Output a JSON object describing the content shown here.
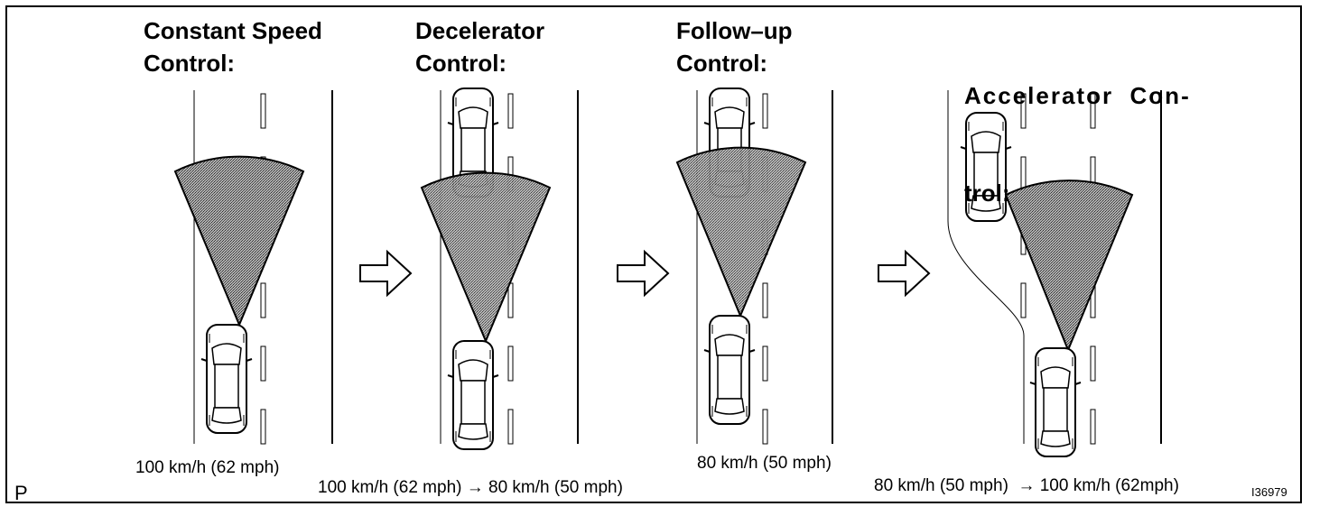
{
  "panels": [
    {
      "title_line1": "Constant Speed",
      "title_line2": "Control:",
      "speed": "100 km/h (62 mph)"
    },
    {
      "title_line1": "Decelerator",
      "title_line2": "Control:",
      "speed": "100 km/h (62 mph) → 80 km/h (50 mph)"
    },
    {
      "title_line1": "Follow–up",
      "title_line2": "Control:",
      "speed": "80 km/h (50 mph)"
    },
    {
      "title_line1": "Accelerator  Con-",
      "title_line2": "trol:",
      "speed": "80 km/h (50 mph)  → 100 km/h (62mph)"
    }
  ],
  "corner_label": "P",
  "figure_id": "I36979",
  "colors": {
    "line": "#000000",
    "sensor_fill": "#8a8a8a",
    "background": "#ffffff"
  },
  "icons": [
    "car-icon",
    "radar-sensor-icon",
    "right-arrow-icon"
  ]
}
